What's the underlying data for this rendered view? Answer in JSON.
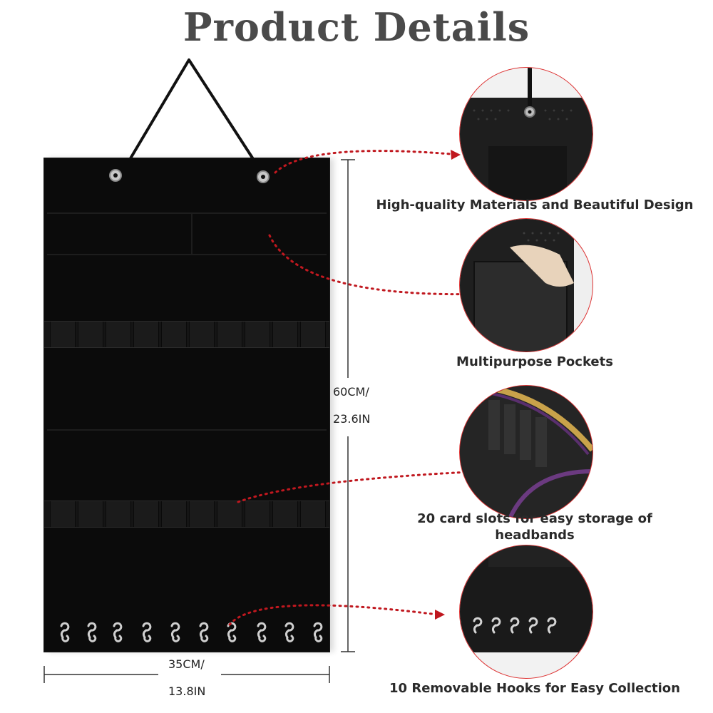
{
  "header": {
    "title": "Product Details"
  },
  "dimensions": {
    "height_line1": "60CM/",
    "height_line2": "23.6IN",
    "width_line1": "35CM/",
    "width_line2": "13.8IN"
  },
  "features": [
    {
      "caption": "High-quality Materials and Beautiful Design"
    },
    {
      "caption": "Multipurpose Pockets"
    },
    {
      "caption_line1": "20 card slots for easy storage of",
      "caption_line2": "headbands"
    },
    {
      "caption": "10 Removable Hooks for Easy Collection"
    }
  ],
  "colors": {
    "arrow": "#c0181f",
    "felt": "#0b0b0b",
    "title": "#4a4a4a"
  }
}
